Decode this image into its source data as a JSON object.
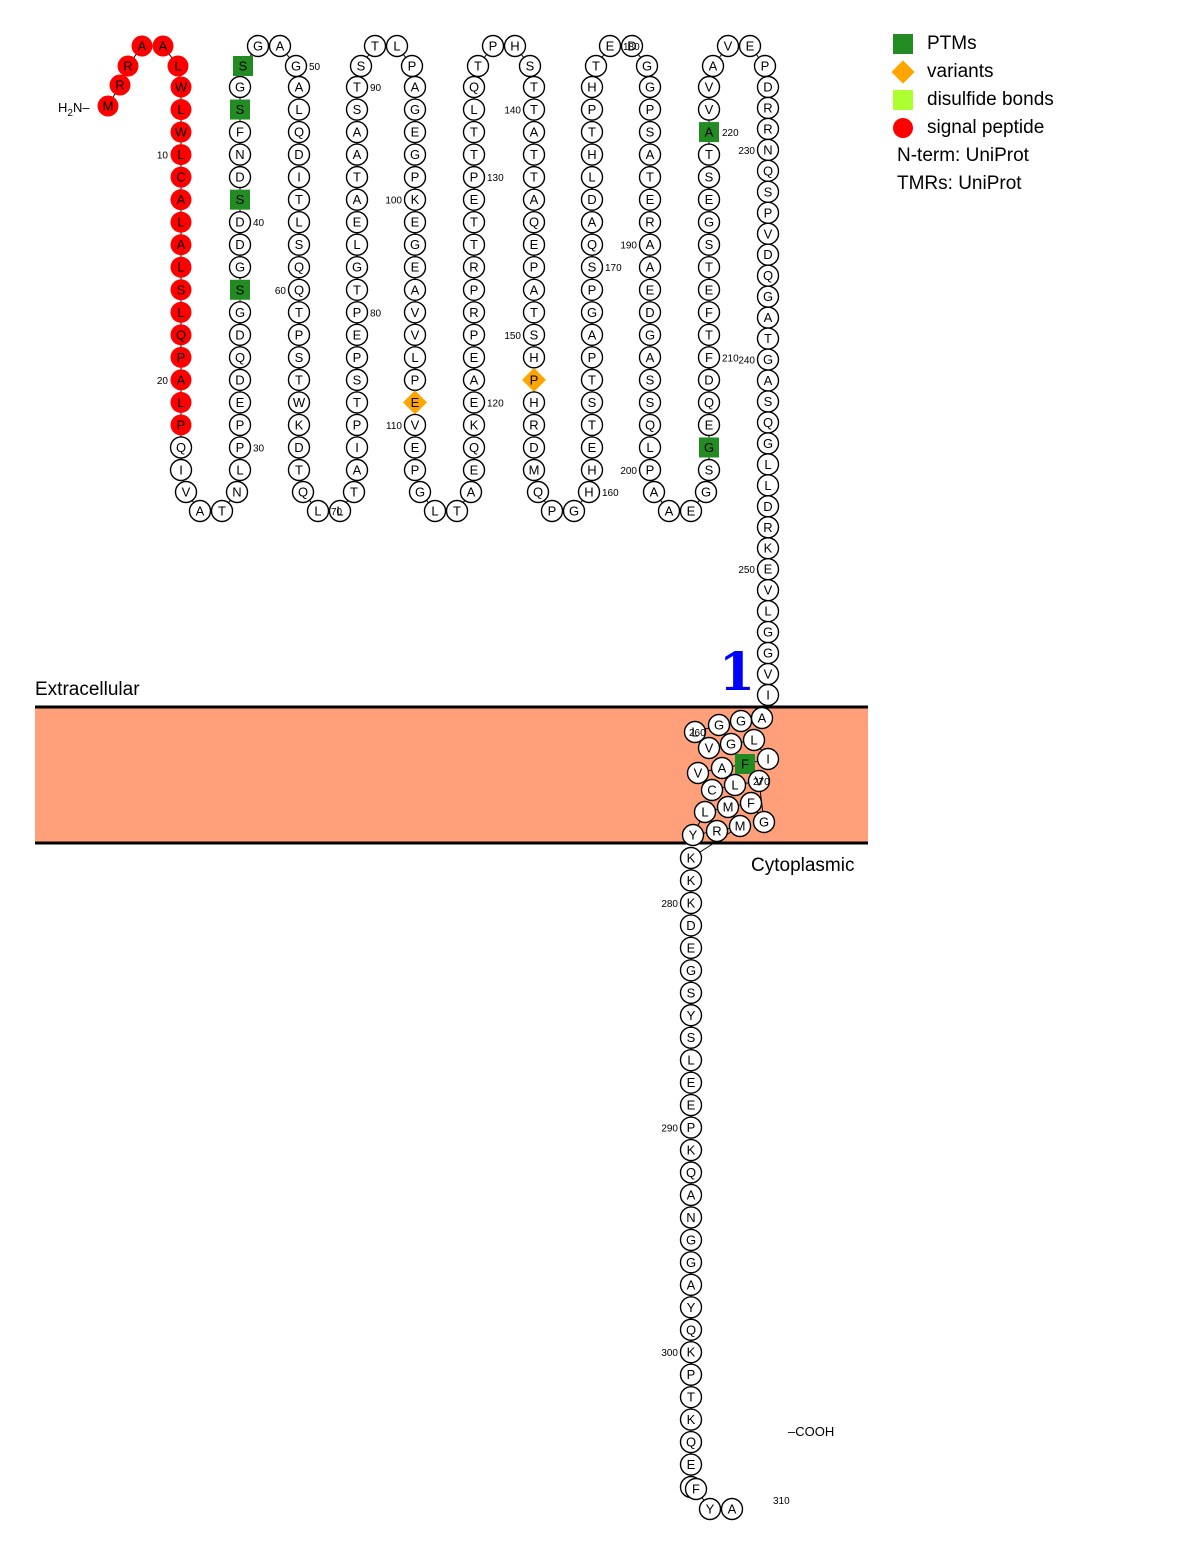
{
  "sequence": "MRRAALWLWLCALALSLQPALPQIVATNLPPEDQDGSGDDSDNFSGSGAGALQDITLSQQTPSTWKDTQLLTAIPTSPEPTGLEATAASTSTLPAGEGPKEGEAVVLPEVEPGLTAEQKEAEPRPRTTEPTTLQTPHSTTATTAQEPATSHPHRDMQPGHHETSTPAGPSQADLHTPHTEDGGPSATERAAEDGASSQLPAAEGSGEQDFTFETSGESTAVVAVEPDRRNQSPVDQGATGASQGLLDRKEVLGGVIAGGLVGLIFAVCLVGFMLYRMKKKDEGSYSLEEPKQANGGAYQKPTKQEEFYA",
  "labels": {
    "n_term_prefix": "H",
    "n_term_sub": "2",
    "n_term_suffix": "N–",
    "c_term": "–COOH",
    "extracellular": "Extracellular",
    "cytoplasmic": "Cytoplasmic",
    "tm_number": "1"
  },
  "legend": [
    {
      "label": "PTMs",
      "shape": "square",
      "color": "#228b22"
    },
    {
      "label": "variants",
      "shape": "diamond",
      "color": "#ffa500"
    },
    {
      "label": "disulfide bonds",
      "shape": "square",
      "color": "#adff2f"
    },
    {
      "label": "signal peptide",
      "shape": "circle",
      "color": "#ff0000"
    }
  ],
  "notes": [
    "N-term: UniProt",
    "TMRs: UniProt"
  ],
  "annotations": {
    "signal_peptide": [
      1,
      22
    ],
    "ptm_sites": [
      37,
      41,
      45,
      47,
      206,
      220,
      265
    ],
    "variant_sites": [
      109,
      152
    ]
  },
  "position_labels": [
    10,
    20,
    30,
    40,
    50,
    60,
    70,
    80,
    90,
    100,
    110,
    120,
    130,
    140,
    150,
    160,
    170,
    180,
    190,
    200,
    210,
    220,
    230,
    240,
    250,
    260,
    270,
    280,
    290,
    300,
    310
  ],
  "colors": {
    "membrane": "#ffa07a",
    "signal": "#ff0000",
    "ptm": "#228b22",
    "variant": "#ffa500",
    "tm_number": "#0000ff"
  }
}
